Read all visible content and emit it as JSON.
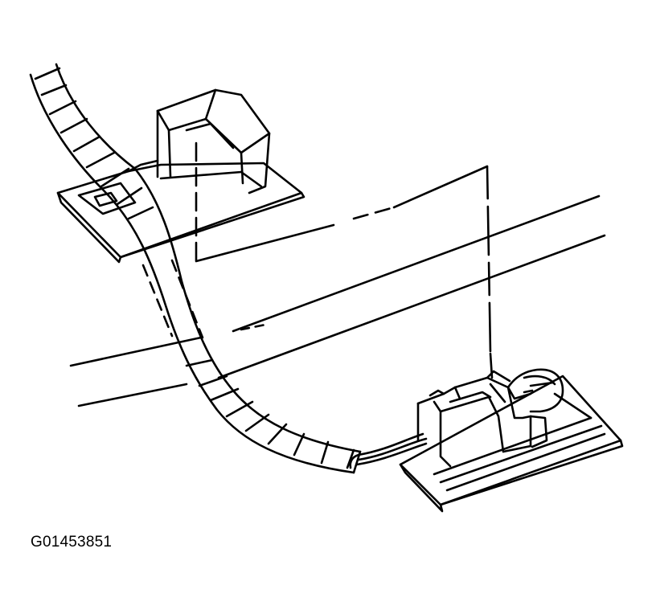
{
  "figure": {
    "code": "G01453851",
    "ink": "#000000",
    "paper": "#ffffff",
    "parts": [
      "upper-bulb-socket-bracket",
      "wiring-harness-conduit",
      "panel-outline",
      "lower-lamp-socket-with-bulb"
    ]
  }
}
